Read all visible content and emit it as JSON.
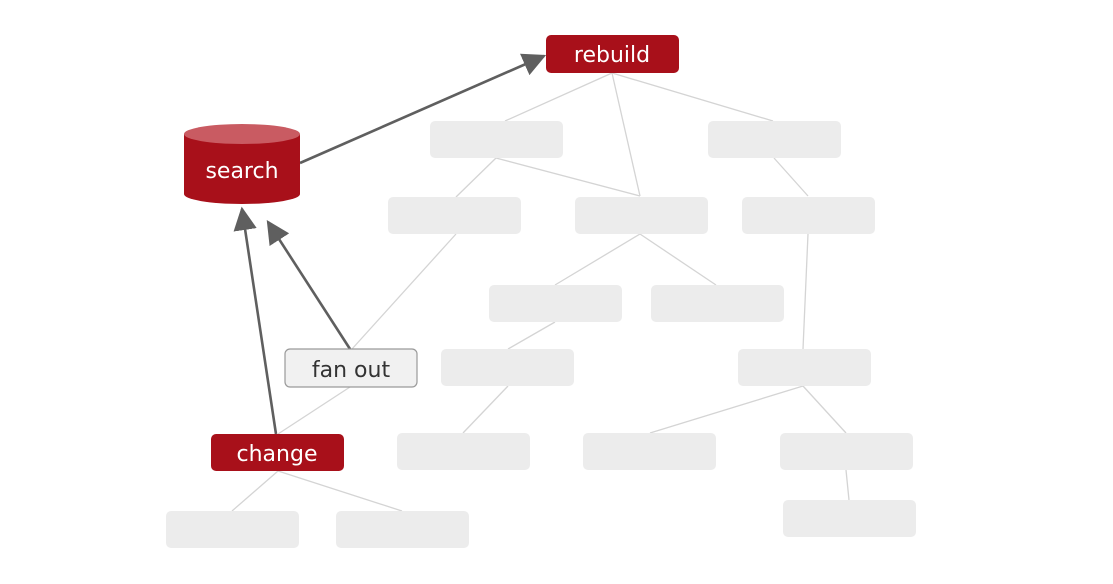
{
  "diagram": {
    "nodes": {
      "rebuild": {
        "label": "rebuild"
      },
      "search": {
        "label": "search"
      },
      "fan_out": {
        "label": "fan out"
      },
      "change": {
        "label": "change"
      }
    },
    "colors": {
      "accent": "#a8101a",
      "accent_top": "#c95b62",
      "placeholder_fill": "#ececec",
      "connector": "#d4d4d4",
      "arrow": "#5f5f5f",
      "fan_out_fill": "#f1f1f1",
      "fan_out_border": "#9a9a9a",
      "label_light": "#ffffff",
      "label_dark": "#333333"
    }
  }
}
